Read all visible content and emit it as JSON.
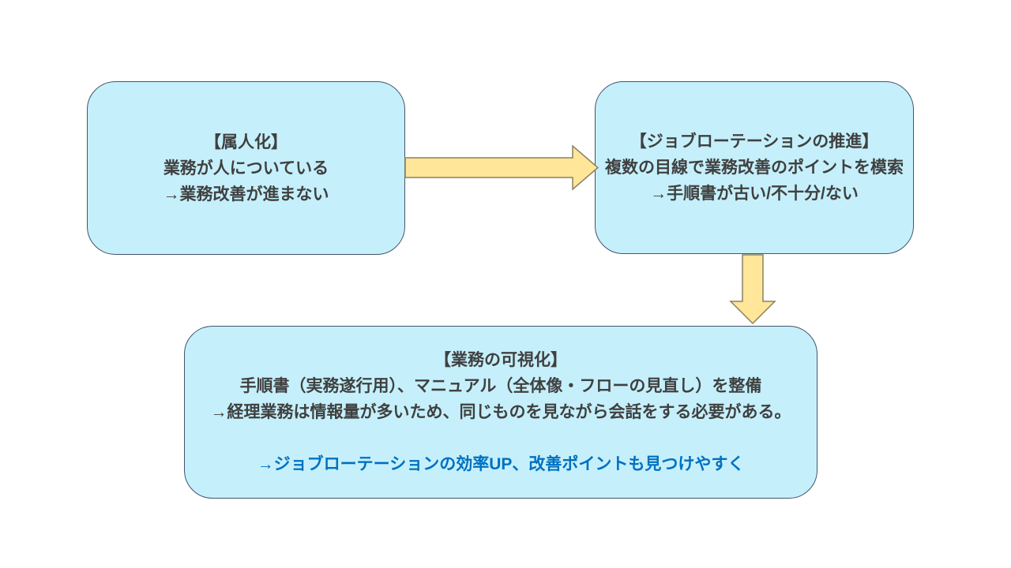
{
  "colors": {
    "box_fill": "#C5F0FB",
    "box_border": "#44546A",
    "text_dark": "#404040",
    "text_blue": "#0070C0",
    "arrow_fill": "#FFE699",
    "arrow_border": "#8A8063"
  },
  "boxes": {
    "dependence": {
      "lines": [
        "【属人化】",
        "業務が人についている",
        "→業務改善が進まない"
      ]
    },
    "rotation": {
      "lines": [
        "【ジョブローテーションの推進】",
        "複数の目線で業務改善のポイントを模索",
        "→手順書が古い/不十分/ない"
      ]
    },
    "visualization": {
      "lines": [
        "【業務の可視化】",
        "手順書（実務遂行用）、マニュアル（全体像・フローの見直し）を整備",
        "→経理業務は情報量が多いため、同じものを見ながら会話をする必要がある。"
      ],
      "highlight": "→ジョブローテーションの効率UP、改善ポイントも見つけやすく"
    }
  },
  "arrows": [
    {
      "id": "arrow-right",
      "direction": "right",
      "from": "dependence",
      "to": "rotation"
    },
    {
      "id": "arrow-down",
      "direction": "down",
      "from": "rotation",
      "to": "visualization"
    }
  ]
}
